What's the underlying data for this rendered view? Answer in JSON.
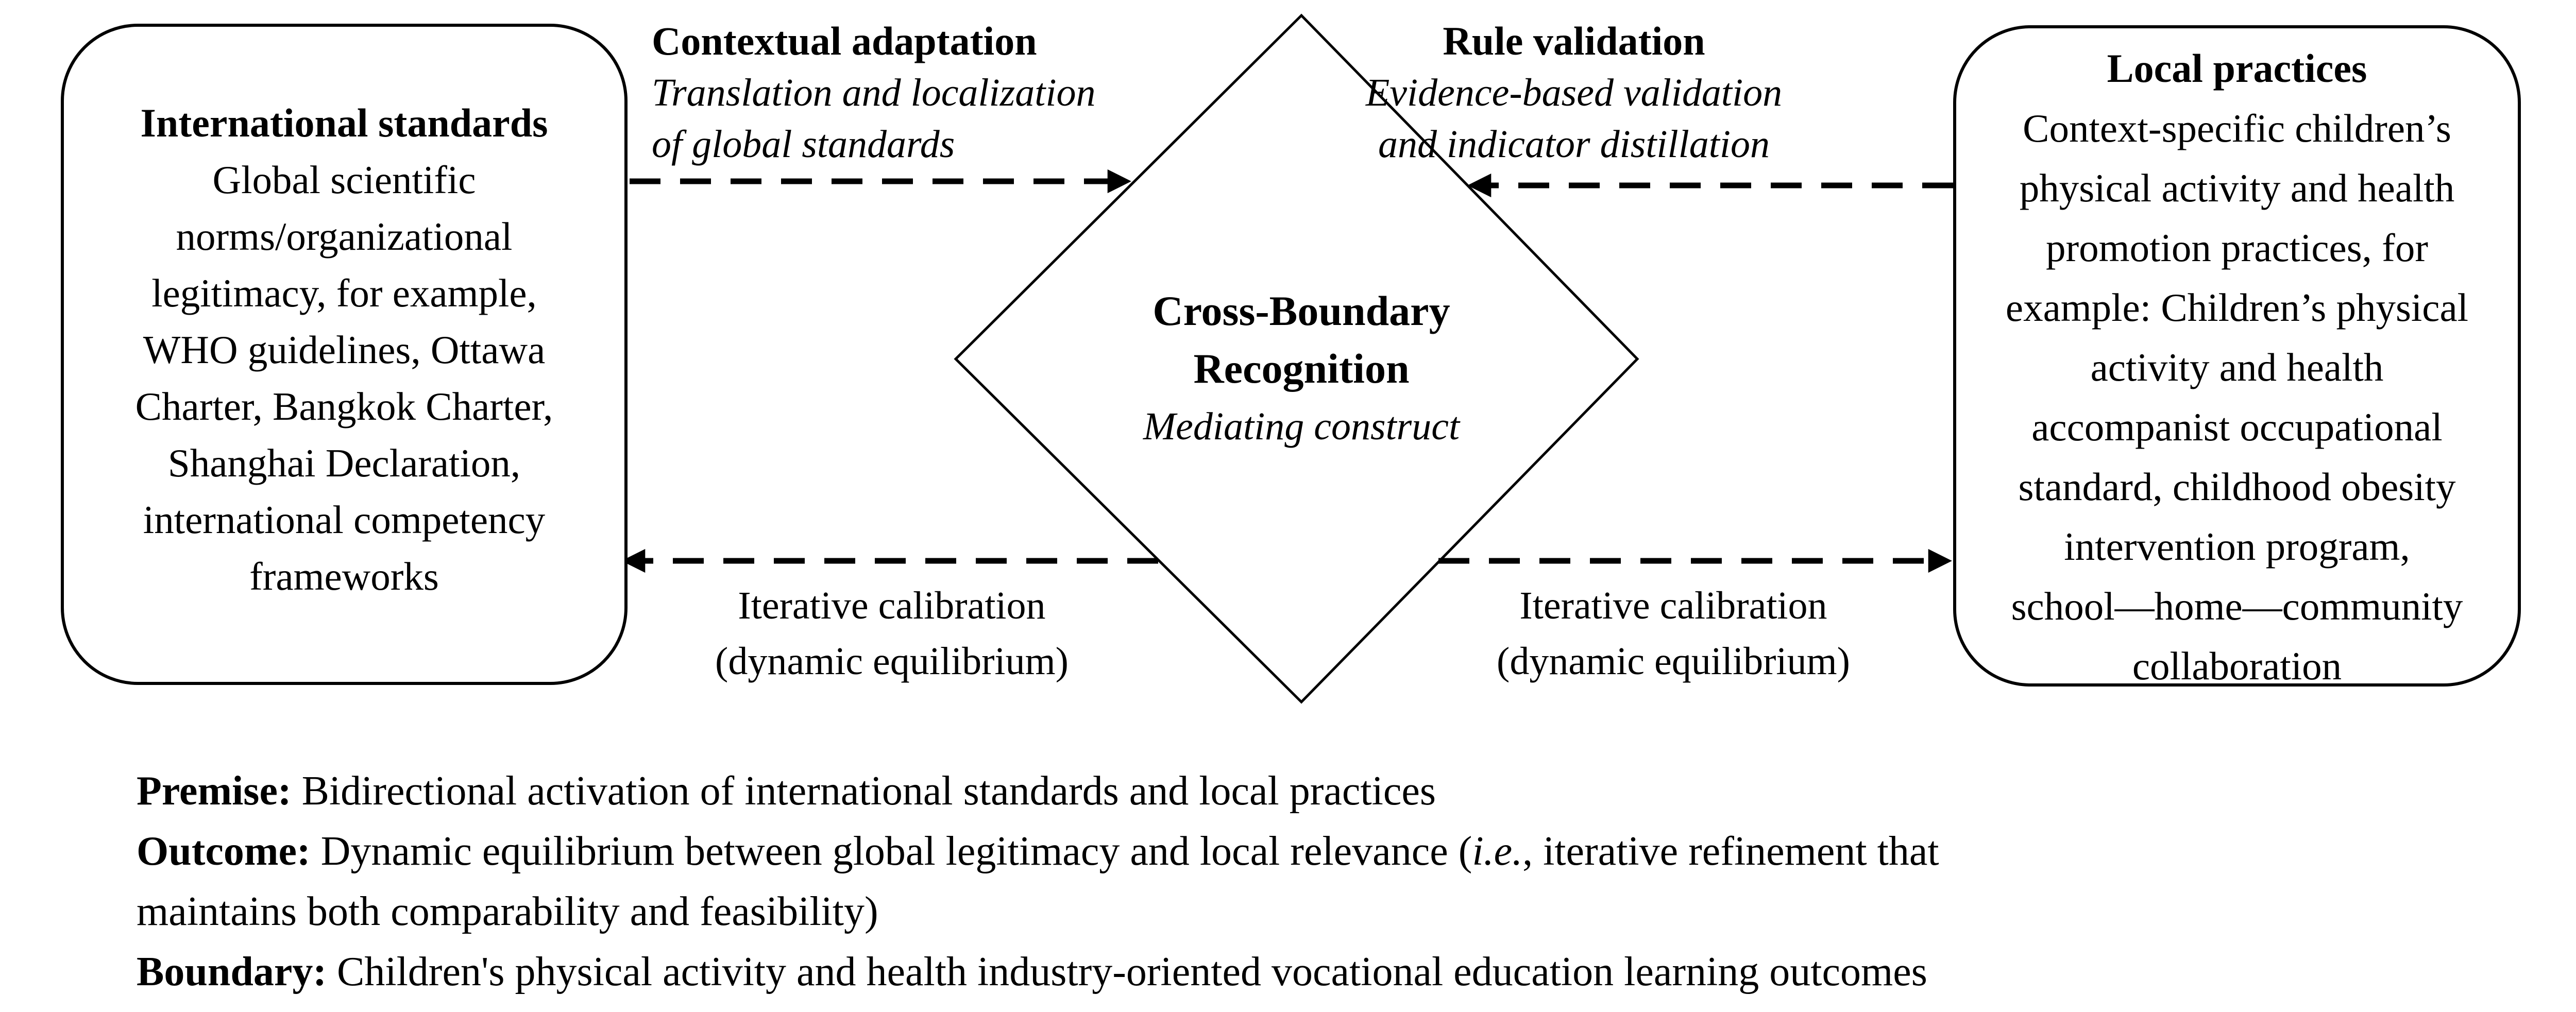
{
  "canvas": {
    "background": "#ffffff",
    "foreground": "#000000"
  },
  "left_box": {
    "title": "International standards",
    "lines": [
      "Global scientific",
      "norms/organizational",
      "legitimacy, for example,",
      "WHO guidelines, Ottawa",
      "Charter, Bangkok Charter,",
      "Shanghai Declaration,",
      "international competency",
      "frameworks"
    ]
  },
  "right_box": {
    "title": "Local practices",
    "lines": [
      "Context-specific children’s",
      "physical activity and health",
      "promotion practices, for",
      "example: Children’s physical",
      "activity and health",
      "accompanist occupational",
      "standard, childhood obesity",
      "intervention program,",
      "school—home—community",
      "collaboration"
    ]
  },
  "diamond": {
    "title_line1": "Cross-Boundary",
    "title_line2": "Recognition",
    "subtitle": "Mediating construct"
  },
  "top_left_arrow": {
    "title": "Contextual adaptation",
    "line1": "Translation and localization",
    "line2": "of global standards"
  },
  "top_right_arrow": {
    "title": "Rule validation",
    "line1": "Evidence-based validation",
    "line2": "and indicator distillation"
  },
  "bottom_left_arrow": {
    "line1": "Iterative calibration",
    "line2": "(dynamic equilibrium)"
  },
  "bottom_right_arrow": {
    "line1": "Iterative calibration",
    "line2": "(dynamic equilibrium)"
  },
  "notes": {
    "premise_label": "Premise:",
    "premise_text": " Bidirectional activation of international standards and local practices",
    "outcome_label": "Outcome:",
    "outcome_text_1": " Dynamic equilibrium between global legitimacy and local relevance (",
    "outcome_italic": "i.e.",
    "outcome_text_2": ", iterative refinement that",
    "outcome_text_3": "maintains both comparability and feasibility)",
    "boundary_label": "Boundary:",
    "boundary_text": " Children's physical activity and health industry-oriented vocational education learning outcomes"
  }
}
